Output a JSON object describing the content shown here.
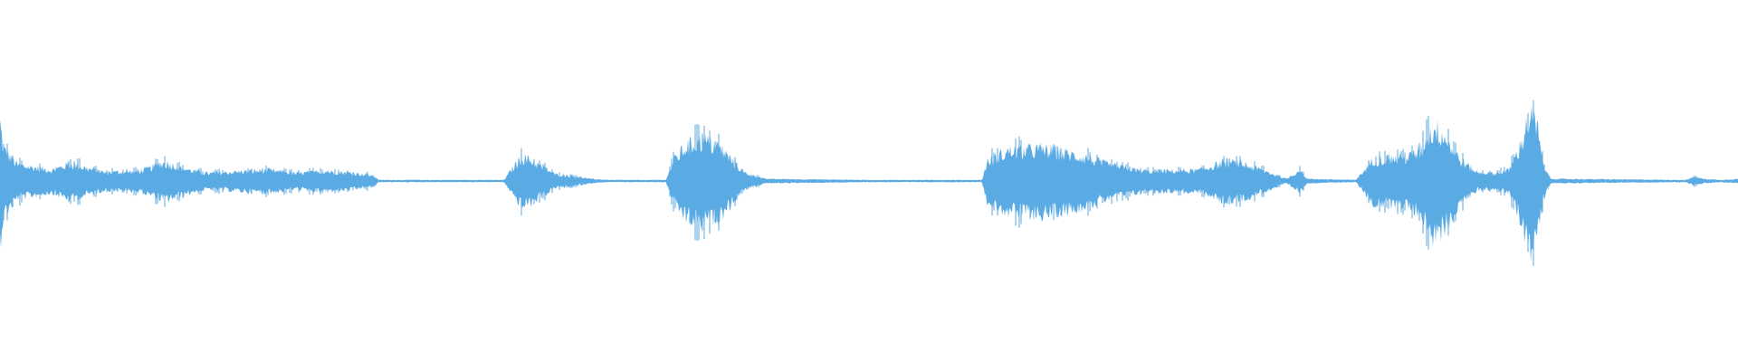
{
  "waveform": {
    "color": "#5aaae3",
    "background": "#ffffff",
    "amplitude_envelope": [
      [
        0.0,
        0.55
      ],
      [
        0.002,
        0.3
      ],
      [
        0.01,
        0.15
      ],
      [
        0.03,
        0.1
      ],
      [
        0.04,
        0.16
      ],
      [
        0.06,
        0.08
      ],
      [
        0.08,
        0.09
      ],
      [
        0.095,
        0.17
      ],
      [
        0.11,
        0.1
      ],
      [
        0.12,
        0.07
      ],
      [
        0.14,
        0.09
      ],
      [
        0.155,
        0.1
      ],
      [
        0.17,
        0.07
      ],
      [
        0.185,
        0.09
      ],
      [
        0.2,
        0.08
      ],
      [
        0.215,
        0.05
      ],
      [
        0.218,
        0.01
      ],
      [
        0.29,
        0.01
      ],
      [
        0.294,
        0.1
      ],
      [
        0.3,
        0.22
      ],
      [
        0.305,
        0.2
      ],
      [
        0.312,
        0.13
      ],
      [
        0.32,
        0.06
      ],
      [
        0.328,
        0.05
      ],
      [
        0.34,
        0.02
      ],
      [
        0.35,
        0.01
      ],
      [
        0.383,
        0.01
      ],
      [
        0.388,
        0.2
      ],
      [
        0.395,
        0.33
      ],
      [
        0.405,
        0.38
      ],
      [
        0.415,
        0.3
      ],
      [
        0.422,
        0.18
      ],
      [
        0.428,
        0.08
      ],
      [
        0.44,
        0.02
      ],
      [
        0.5,
        0.01
      ],
      [
        0.565,
        0.01
      ],
      [
        0.568,
        0.18
      ],
      [
        0.58,
        0.28
      ],
      [
        0.6,
        0.3
      ],
      [
        0.625,
        0.22
      ],
      [
        0.64,
        0.14
      ],
      [
        0.66,
        0.09
      ],
      [
        0.69,
        0.1
      ],
      [
        0.705,
        0.18
      ],
      [
        0.715,
        0.16
      ],
      [
        0.73,
        0.08
      ],
      [
        0.74,
        0.02
      ],
      [
        0.748,
        0.1
      ],
      [
        0.752,
        0.02
      ],
      [
        0.78,
        0.01
      ],
      [
        0.785,
        0.1
      ],
      [
        0.79,
        0.2
      ],
      [
        0.81,
        0.22
      ],
      [
        0.818,
        0.3
      ],
      [
        0.825,
        0.5
      ],
      [
        0.83,
        0.45
      ],
      [
        0.84,
        0.2
      ],
      [
        0.85,
        0.08
      ],
      [
        0.86,
        0.07
      ],
      [
        0.868,
        0.1
      ],
      [
        0.874,
        0.3
      ],
      [
        0.88,
        0.6
      ],
      [
        0.884,
        0.55
      ],
      [
        0.888,
        0.15
      ],
      [
        0.892,
        0.02
      ],
      [
        0.97,
        0.01
      ],
      [
        0.975,
        0.04
      ],
      [
        0.98,
        0.02
      ],
      [
        0.99,
        0.01
      ],
      [
        1.0,
        0.02
      ]
    ]
  }
}
